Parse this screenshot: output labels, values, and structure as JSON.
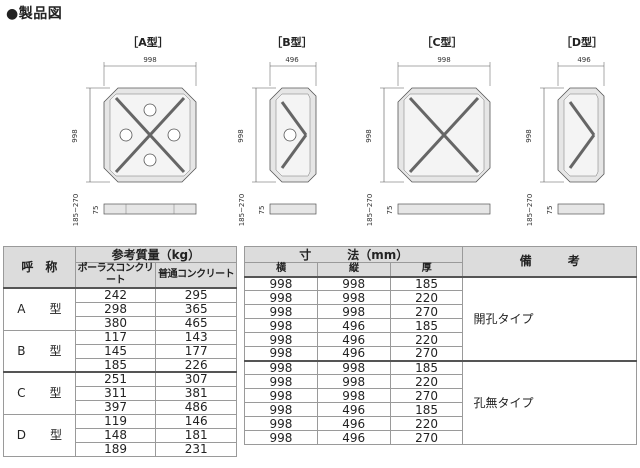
{
  "page_title": "●製品図",
  "drawings": [
    {
      "label": "［A型］",
      "width": "998",
      "height": "998",
      "thickness": "185~270",
      "thin": "75"
    },
    {
      "label": "［B型］",
      "width": "496",
      "height": "998",
      "thickness": "185~270",
      "thin": "75"
    },
    {
      "label": "［C型］",
      "width": "998",
      "height": "998",
      "thickness": "185~270",
      "thin": "75"
    },
    {
      "label": "［D型］",
      "width": "496",
      "height": "998",
      "thickness": "185~270",
      "thin": "75"
    }
  ],
  "left_table": {
    "header_name": "呼　称",
    "header_weight": "参考質量（kg）",
    "sub_porous": "ポーラスコンクリート",
    "sub_normal": "普通コンクリート",
    "groups": [
      {
        "letter": "A",
        "suffix": "型",
        "rows": [
          [
            "242",
            "295"
          ],
          [
            "298",
            "365"
          ],
          [
            "380",
            "465"
          ]
        ]
      },
      {
        "letter": "B",
        "suffix": "型",
        "rows": [
          [
            "117",
            "143"
          ],
          [
            "145",
            "177"
          ],
          [
            "185",
            "226"
          ]
        ]
      },
      {
        "letter": "C",
        "suffix": "型",
        "rows": [
          [
            "251",
            "307"
          ],
          [
            "311",
            "381"
          ],
          [
            "397",
            "486"
          ]
        ]
      },
      {
        "letter": "D",
        "suffix": "型",
        "rows": [
          [
            "119",
            "146"
          ],
          [
            "148",
            "181"
          ],
          [
            "189",
            "231"
          ]
        ]
      }
    ]
  },
  "right_table": {
    "header_dim": "寸　　　法（mm）",
    "header_remark": "備　　　考",
    "sub_width": "横",
    "sub_length": "縦",
    "sub_thick": "厚",
    "rows": [
      [
        "998",
        "998",
        "185"
      ],
      [
        "998",
        "998",
        "220"
      ],
      [
        "998",
        "998",
        "270"
      ],
      [
        "998",
        "496",
        "185"
      ],
      [
        "998",
        "496",
        "220"
      ],
      [
        "998",
        "496",
        "270"
      ],
      [
        "998",
        "998",
        "185"
      ],
      [
        "998",
        "998",
        "220"
      ],
      [
        "998",
        "998",
        "270"
      ],
      [
        "998",
        "496",
        "185"
      ],
      [
        "998",
        "496",
        "220"
      ],
      [
        "998",
        "496",
        "270"
      ]
    ],
    "remark_1": "開孔タイプ",
    "remark_2": "孔無タイプ"
  }
}
